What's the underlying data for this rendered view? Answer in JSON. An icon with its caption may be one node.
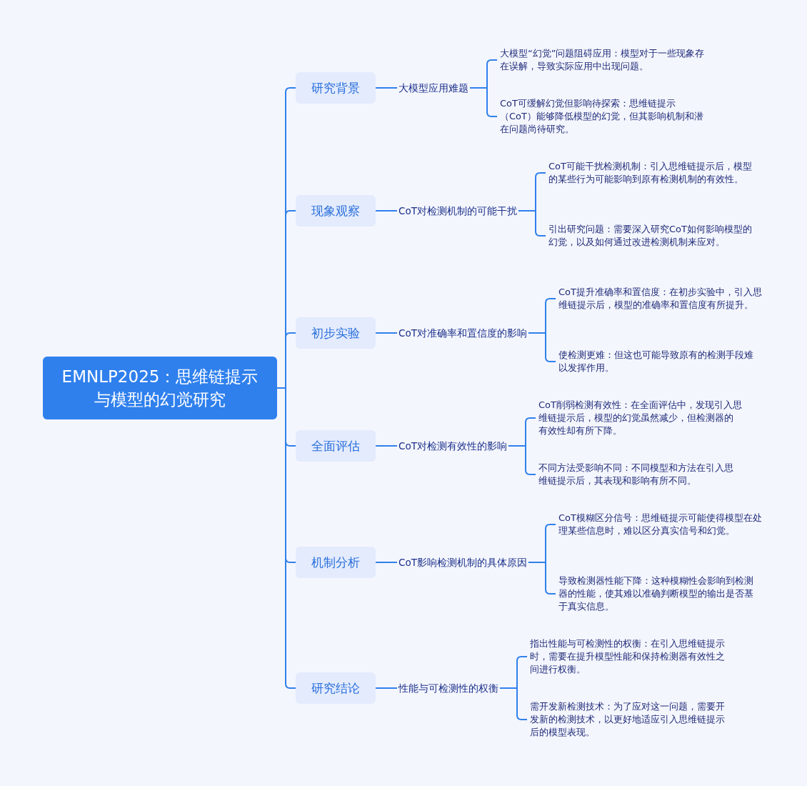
{
  "diagram": {
    "nodes": [
      {
        "text": [
          "EMNLP2025：思维链提示与模型的幻觉研究"
        ]
      },
      {
        "text": [
          "研究背景"
        ]
      },
      {
        "text": [
          "大模型应用难题"
        ]
      },
      {
        "text": [
          "大模型“幻觉”问题阻碍应用：模型对于一些现象存在误解，导致实际应用中出现问题。"
        ]
      },
      {
        "text": [
          "CoT可缓解幻觉但影响待探索：思维链提示（CoT）能够降低模型的幻觉，但其影响机制和潜在问题尚待研究。"
        ]
      },
      {
        "text": [
          "现象观察"
        ]
      },
      {
        "text": [
          "CoT对检测机制的可能干扰"
        ]
      },
      {
        "text": [
          "CoT可能干扰检测机制：引入思维链提示后，模型的某些行为可能影响到原有检测机制的有效性。"
        ]
      },
      {
        "text": [
          "引出研究问题：需要深入研究CoT如何影响模型的幻觉，以及如何通过改进检测机制来应对。"
        ]
      },
      {
        "text": [
          "初步实验"
        ]
      },
      {
        "text": [
          "CoT对准确率和置信度的影响"
        ]
      },
      {
        "text": [
          "CoT提升准确率和置信度：在初步实验中，引入思维链提示后，模型的准确率和置信度有所提升。"
        ]
      },
      {
        "text": [
          "使检测更难：但这也可能导致原有的检测手段难以发挥作用。"
        ]
      },
      {
        "text": [
          "全面评估"
        ]
      },
      {
        "text": [
          "CoT对检测有效性的影响"
        ]
      },
      {
        "text": [
          "CoT削弱检测有效性：在全面评估中，发现引入思维链提示后，模型的幻觉虽然减少，但检测器的有效性却有所下降。"
        ]
      },
      {
        "text": [
          "不同方法受影响不同：不同模型和方法在引入思维链提示后，其表现和影响有所不同。"
        ]
      },
      {
        "text": [
          "机制分析"
        ]
      },
      {
        "text": [
          "CoT影响检测机制的具体原因"
        ]
      },
      {
        "text": [
          "CoT模糊区分信号：思维链提示可能使得模型在处理某些信息时，难以区分真实信号和幻觉。"
        ]
      },
      {
        "text": [
          "导致检测器性能下降：这种模糊性会影响到检测器的性能，使其难以准确判断模型的输出是否基于真实信息。"
        ]
      },
      {
        "text": [
          "研究结论"
        ]
      },
      {
        "text": [
          "性能与可检测性的权衡"
        ]
      },
      {
        "text": [
          "指出性能与可检测性的权衡：在引入思维链提示时，需要在提升模型性能和保持检测器有效性之间进行权衡。"
        ]
      },
      {
        "text": [
          "需开发新检测技术：为了应对这一问题，需要开发新的检测技术，以更好地适应引入思维链提示后的模型表现。"
        ]
      }
    ],
    "edges": [
      {
        "from": 0,
        "to": 1,
        "arrow": "none"
      },
      {
        "from": 1,
        "to": 2,
        "arrow": "none"
      },
      {
        "from": 2,
        "to": 3,
        "arrow": "none"
      },
      {
        "from": 2,
        "to": 4,
        "arrow": "none"
      },
      {
        "from": 0,
        "to": 5,
        "arrow": "none"
      },
      {
        "from": 5,
        "to": 6,
        "arrow": "none"
      },
      {
        "from": 6,
        "to": 7,
        "arrow": "none"
      },
      {
        "from": 6,
        "to": 8,
        "arrow": "none"
      },
      {
        "from": 0,
        "to": 9,
        "arrow": "none"
      },
      {
        "from": 9,
        "to": 10,
        "arrow": "none"
      },
      {
        "from": 10,
        "to": 11,
        "arrow": "none"
      },
      {
        "from": 10,
        "to": 12,
        "arrow": "none"
      },
      {
        "from": 0,
        "to": 13,
        "arrow": "none"
      },
      {
        "from": 13,
        "to": 14,
        "arrow": "none"
      },
      {
        "from": 14,
        "to": 15,
        "arrow": "none"
      },
      {
        "from": 14,
        "to": 16,
        "arrow": "none"
      },
      {
        "from": 0,
        "to": 17,
        "arrow": "none"
      },
      {
        "from": 17,
        "to": 18,
        "arrow": "none"
      },
      {
        "from": 18,
        "to": 19,
        "arrow": "none"
      },
      {
        "from": 18,
        "to": 20,
        "arrow": "none"
      },
      {
        "from": 0,
        "to": 21,
        "arrow": "none"
      },
      {
        "from": 21,
        "to": 22,
        "arrow": "none"
      },
      {
        "from": 22,
        "to": 23,
        "arrow": "none"
      },
      {
        "from": 22,
        "to": 24,
        "arrow": "none"
      }
    ]
  }
}
